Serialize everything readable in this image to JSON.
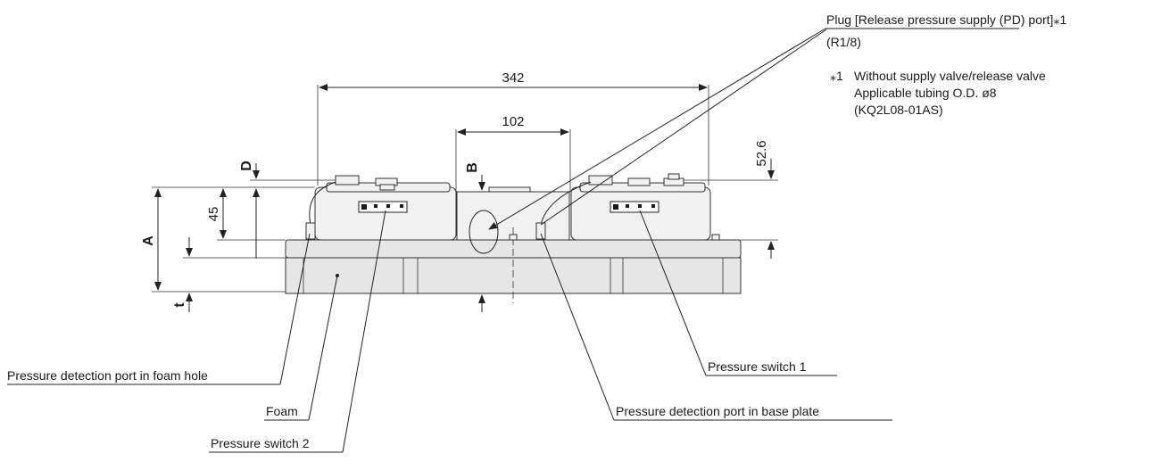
{
  "callouts": {
    "plug": "Plug [Release pressure supply (PD) port]⁎1",
    "plug_thread": "(R1/8)",
    "note_mark": "⁎1",
    "note_line1": "Without supply valve/release valve",
    "note_line2": "Applicable tubing O.D. ø8",
    "note_line3": "(KQ2L08-01AS)",
    "pd_foam": "Pressure detection port in foam hole",
    "foam": "Foam",
    "ps2": "Pressure switch 2",
    "ps1": "Pressure switch 1",
    "pd_base": "Pressure detection port in base plate"
  },
  "dimensions": {
    "width_overall": "342",
    "width_center": "102",
    "height_switch": "52.6",
    "height_45": "45",
    "sym_A": "A",
    "sym_B": "B",
    "sym_D": "D",
    "sym_t": "t"
  }
}
